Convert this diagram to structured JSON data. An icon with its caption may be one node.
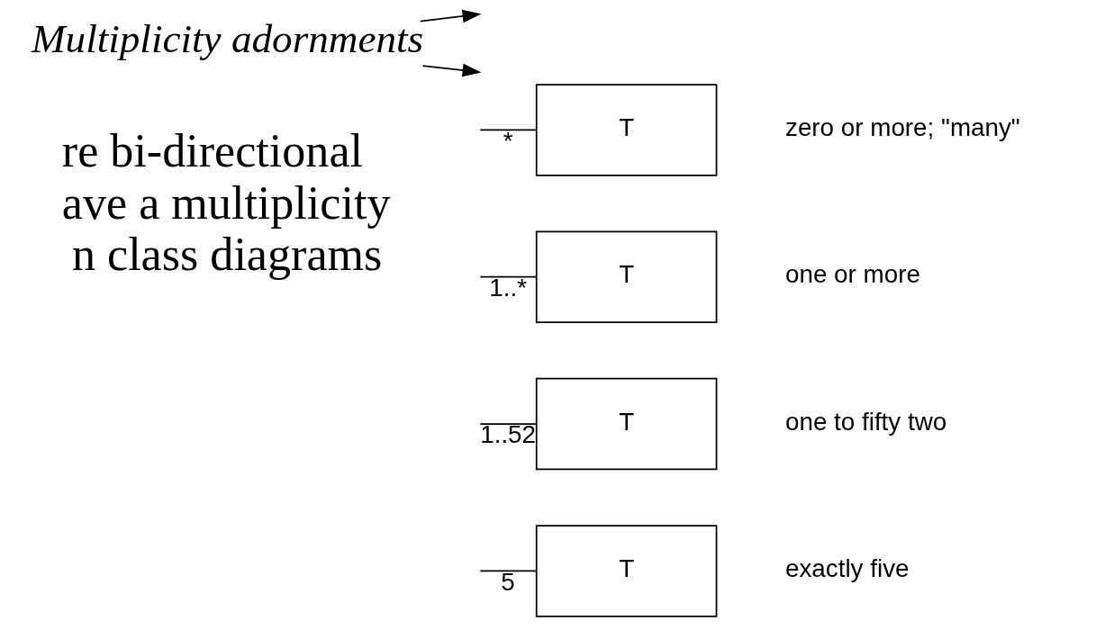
{
  "diagram": {
    "nodes": [
      {
        "text": [
          "T"
        ],
        "beside": [
          "zero or more; \"many\""
        ]
      },
      {
        "text": [
          "T"
        ],
        "beside": [
          "one or more"
        ]
      },
      {
        "text": [
          "T"
        ],
        "beside": [
          "one to fifty two"
        ]
      },
      {
        "text": [
          "T"
        ],
        "beside": [
          "exactly five"
        ]
      },
      {
        "text": [
          "Multiplicity adornments"
        ]
      }
    ],
    "edges": [
      {
        "from": null,
        "to": 0,
        "arrow": "none",
        "label": "*"
      },
      {
        "from": null,
        "to": 1,
        "arrow": "none",
        "label": "1..*"
      },
      {
        "from": null,
        "to": 2,
        "arrow": "none",
        "label": "1..52"
      },
      {
        "from": null,
        "to": 3,
        "arrow": "none",
        "label": "5"
      },
      {
        "from": 4,
        "to": null,
        "arrow": "to"
      },
      {
        "from": 4,
        "to": null,
        "arrow": "to"
      }
    ],
    "labels": [
      "re bi-directional",
      "ave a multiplicity",
      "n class diagrams"
    ]
  }
}
